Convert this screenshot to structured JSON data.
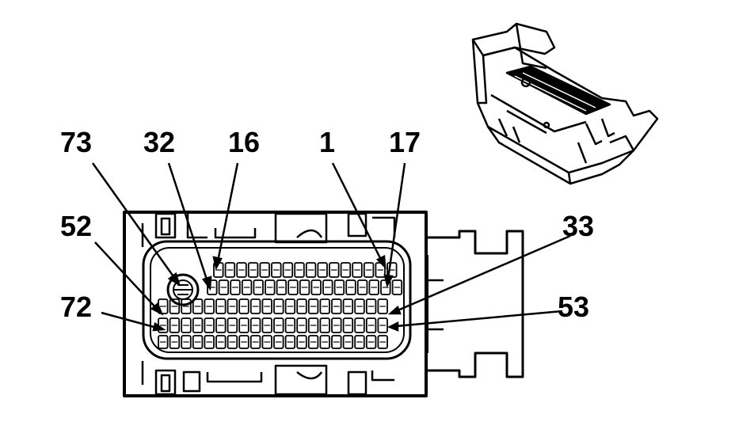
{
  "diagram": {
    "pin_labels": {
      "p73": "73",
      "p32": "32",
      "p16": "16",
      "p1": "1",
      "p17": "17",
      "p52": "52",
      "p72": "72",
      "p33": "33",
      "p53": "53"
    },
    "ink_color": "#000000",
    "paper_color": "#ffffff"
  }
}
